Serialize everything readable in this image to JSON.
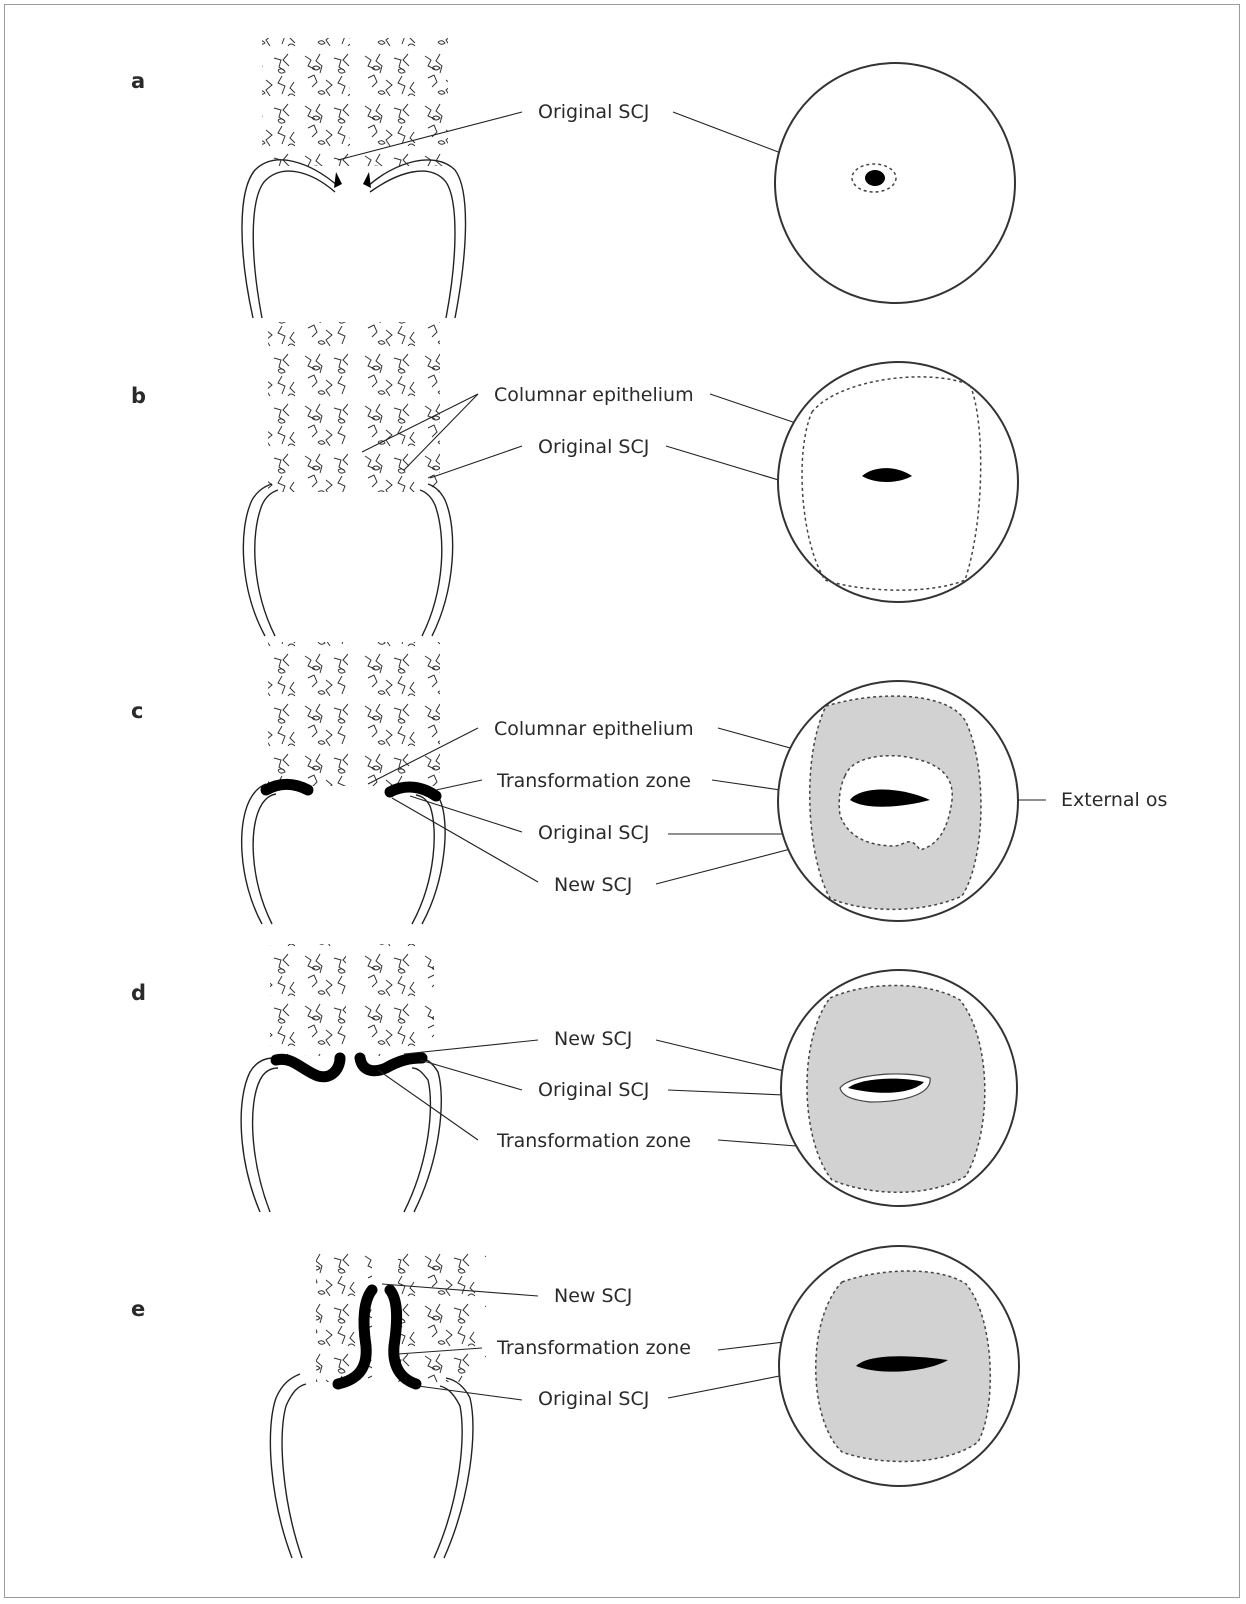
{
  "panels": [
    {
      "letter": "a",
      "labels": [
        "Original SCJ"
      ]
    },
    {
      "letter": "b",
      "labels": [
        "Columnar epithelium",
        "Original SCJ"
      ]
    },
    {
      "letter": "c",
      "labels": [
        "Columnar epithelium",
        "Transformation zone",
        "Original SCJ",
        "New SCJ",
        "External os"
      ]
    },
    {
      "letter": "d",
      "labels": [
        "New SCJ",
        "Original SCJ",
        "Transformation zone"
      ]
    },
    {
      "letter": "e",
      "labels": [
        "New SCJ",
        "Transformation zone",
        "Original SCJ"
      ]
    }
  ],
  "colors": {
    "transformation_zone": "#d2d2d2",
    "os": "#000000",
    "line": "#222222",
    "frame": "#9a9a9a"
  }
}
